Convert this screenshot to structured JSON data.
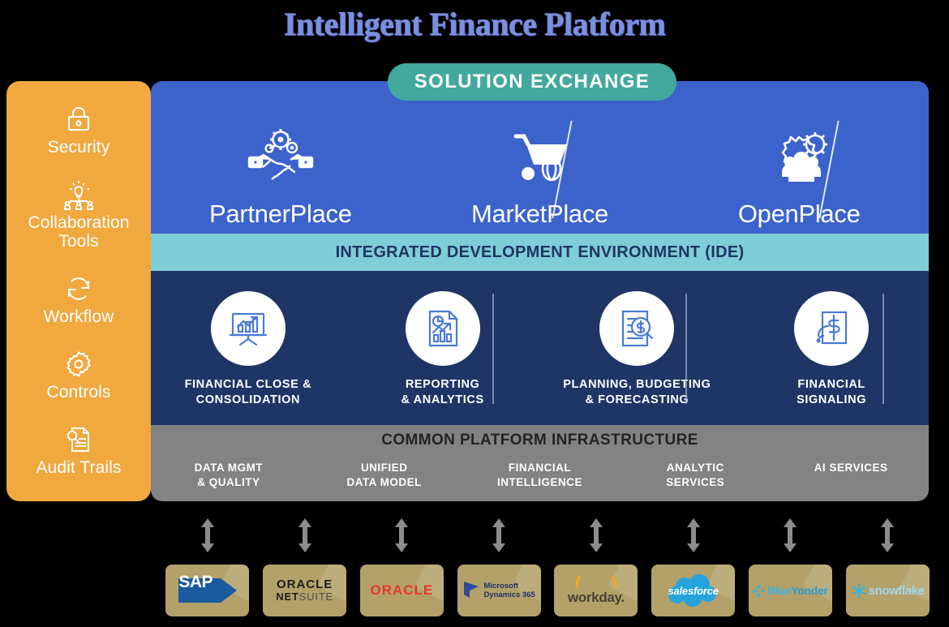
{
  "title": "Intelligent Finance Platform",
  "solution_exchange": {
    "label": "SOLUTION EXCHANGE"
  },
  "colors": {
    "title": "#7B8FE0",
    "sidebar": "#F0A83F",
    "places_band": "#3C63CC",
    "ide_band": "#7FCDD6",
    "capabilities_band": "#1F3566",
    "infrastructure_band": "#838383",
    "pill": "#43A89E",
    "logo_card": "#B3A169"
  },
  "sidebar": {
    "items": [
      {
        "label": "Security",
        "icon": "lock-icon"
      },
      {
        "label": "Collaboration Tools",
        "icon": "collaboration-icon"
      },
      {
        "label": "Workflow",
        "icon": "refresh-cycle-icon"
      },
      {
        "label": "Controls",
        "icon": "gear-icon"
      },
      {
        "label": "Audit Trails",
        "icon": "document-search-icon"
      }
    ]
  },
  "places": {
    "items": [
      {
        "label": "PartnerPlace",
        "icon": "handshake-gears-icon"
      },
      {
        "label": "MarketPlace",
        "icon": "shopping-cart-icon"
      },
      {
        "label": "OpenPlace",
        "icon": "gear-people-icon"
      }
    ]
  },
  "ide": {
    "label": "INTEGRATED DEVELOPMENT ENVIRONMENT (IDE)"
  },
  "capabilities": {
    "items": [
      {
        "label": "FINANCIAL CLOSE &\nCONSOLIDATION",
        "line1": "FINANCIAL CLOSE &",
        "line2": "CONSOLIDATION",
        "icon": "presentation-chart-icon"
      },
      {
        "label": "REPORTING\n& ANALYTICS",
        "line1": "REPORTING",
        "line2": "& ANALYTICS",
        "icon": "report-analytics-icon"
      },
      {
        "label": "PLANNING, BUDGETING\n& FORECASTING",
        "line1": "PLANNING, BUDGETING",
        "line2": "& FORECASTING",
        "icon": "document-dollar-search-icon"
      },
      {
        "label": "FINANCIAL\nSIGNALING",
        "line1": "FINANCIAL",
        "line2": "SIGNALING",
        "icon": "dollar-signal-icon"
      }
    ]
  },
  "infrastructure": {
    "title": "COMMON PLATFORM INFRASTRUCTURE",
    "items": [
      {
        "line1": "DATA MGMT",
        "line2": "& QUALITY"
      },
      {
        "line1": "UNIFIED",
        "line2": "DATA MODEL"
      },
      {
        "line1": "FINANCIAL",
        "line2": "INTELLIGENCE"
      },
      {
        "line1": "ANALYTIC",
        "line2": "SERVICES"
      },
      {
        "line1": "AI SERVICES",
        "line2": ""
      }
    ]
  },
  "integrations": {
    "arrow_icon": "double-arrow-vertical-icon",
    "logos": [
      {
        "name": "SAP",
        "text": "SAP"
      },
      {
        "name": "Oracle NetSuite",
        "text_top": "ORACLE",
        "text_bold": "NET",
        "text_light": "SUITE"
      },
      {
        "name": "Oracle",
        "text": "ORACLE"
      },
      {
        "name": "Microsoft Dynamics 365",
        "line1": "Microsoft",
        "line2": "Dynamics 365"
      },
      {
        "name": "Workday",
        "text": "workday."
      },
      {
        "name": "Salesforce",
        "text": "salesforce"
      },
      {
        "name": "Blue Yonder",
        "text_a": "Blue",
        "text_b": "Yonder"
      },
      {
        "name": "Snowflake",
        "text": "snowflake"
      }
    ]
  }
}
